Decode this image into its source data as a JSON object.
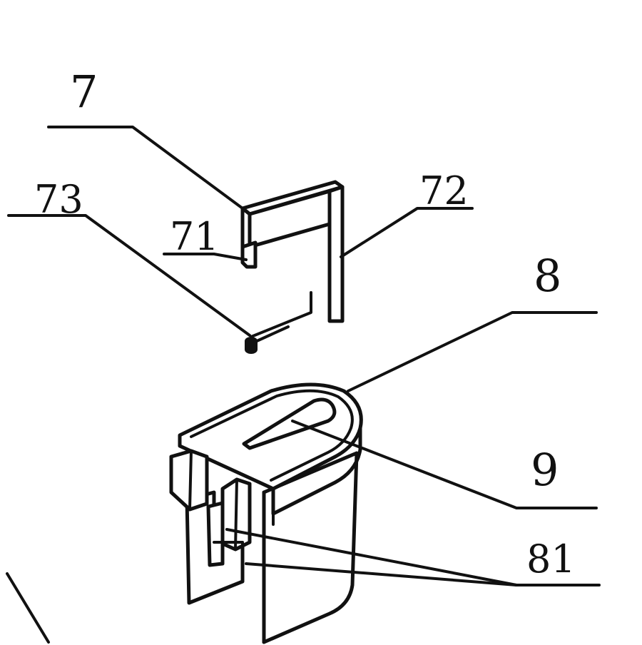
{
  "labels": {
    "l7": "7",
    "l73": "73",
    "l71": "71",
    "l72": "72",
    "l8": "8",
    "l9": "9",
    "l81": "81"
  },
  "colors": {
    "ink": "#111111",
    "background": "#ffffff"
  }
}
